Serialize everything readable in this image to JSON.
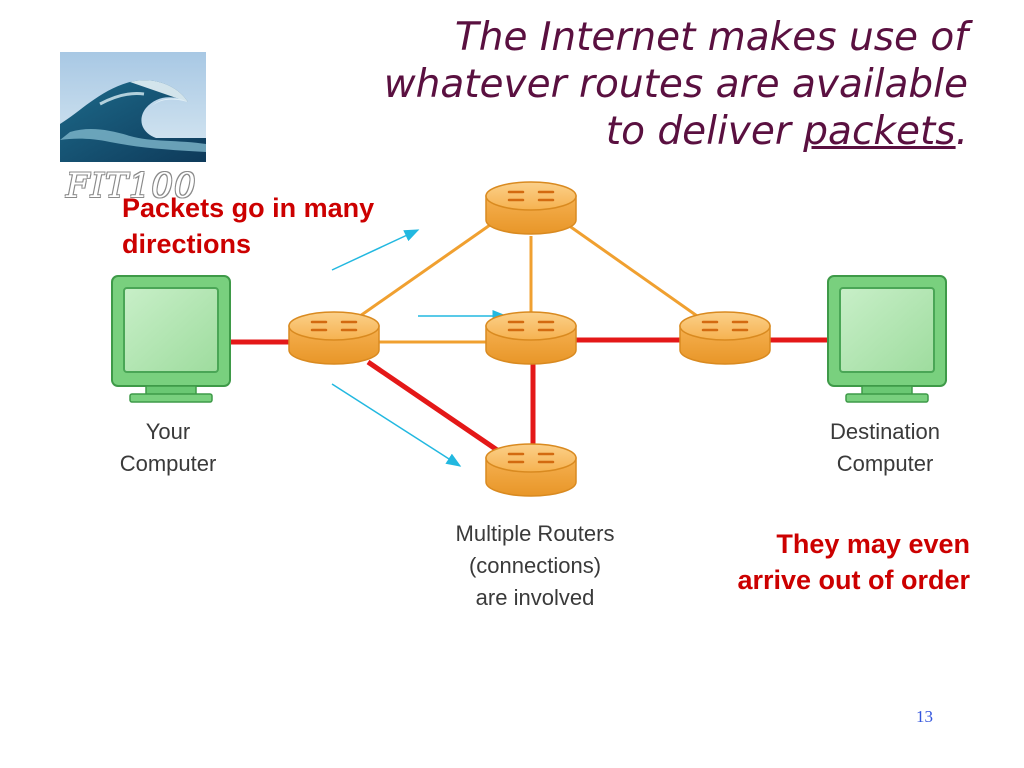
{
  "slide": {
    "title_line1": "The Internet makes use of",
    "title_line2": "whatever routes are available",
    "title_line3_prefix": "to deliver ",
    "title_line3_link": "packets",
    "title_line3_suffix": ".",
    "logo_text": "FIT100",
    "page_number": "13"
  },
  "notes": {
    "left_line1": "Packets go in many",
    "left_line2": "directions",
    "right_line1": "They may even",
    "right_line2": "arrive out of order"
  },
  "labels": {
    "your_computer_line1": "Your",
    "your_computer_line2": "Computer",
    "destination_line1": "Destination",
    "destination_line2": "Computer",
    "routers_line1": "Multiple Routers",
    "routers_line2": "(connections)",
    "routers_line3": "are involved"
  },
  "colors": {
    "title": "#5a1040",
    "note_red": "#cc0000",
    "route_orange": "#f0a030",
    "route_red": "#e41818",
    "router_fill": "#f7b55a",
    "computer_green": "#5fc26a",
    "arrow_cyan": "#22b8e0"
  },
  "icons": [
    "wave-logo-icon",
    "computer-icon",
    "router-icon"
  ]
}
